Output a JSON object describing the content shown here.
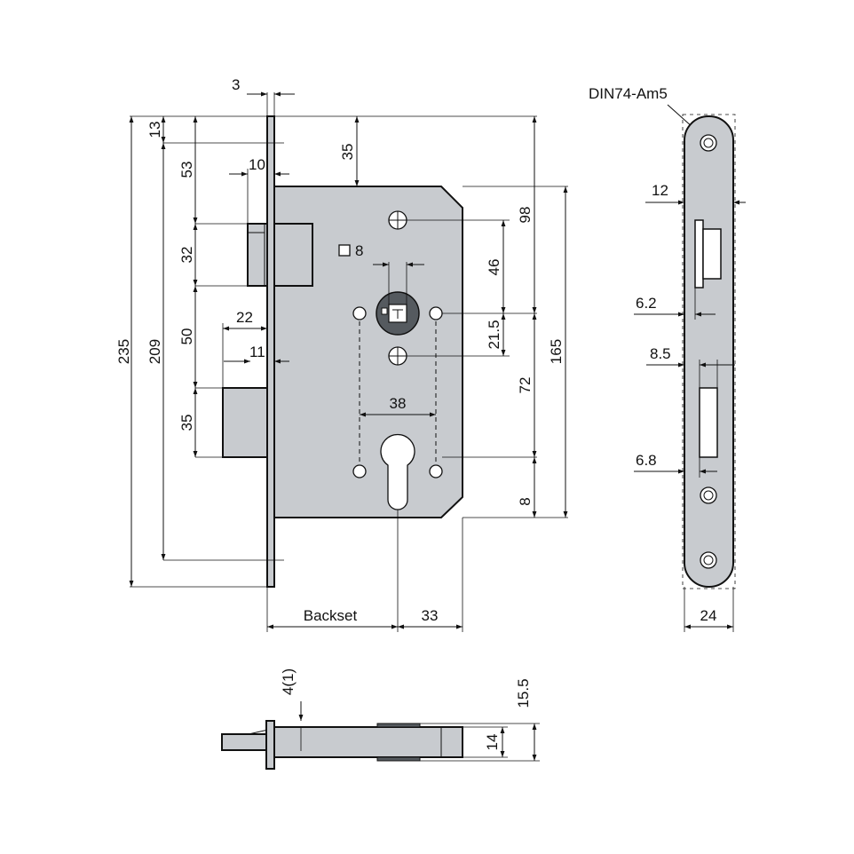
{
  "front": {
    "dims": {
      "d3": "3",
      "d13": "13",
      "d53": "53",
      "d10": "10",
      "d35a": "35",
      "d32": "32",
      "d50": "50",
      "d22": "22",
      "d11": "11",
      "d35b": "35",
      "d235": "235",
      "d209": "209",
      "d98": "98",
      "d46": "46",
      "d21_5": "21.5",
      "d72": "72",
      "d165": "165",
      "d8": "8",
      "d38": "38",
      "sq8": "8",
      "backset": "Backset",
      "d33": "33"
    }
  },
  "side": {
    "title": "DIN74-Am5",
    "dims": {
      "d12": "12",
      "d6_2": "6.2",
      "d8_5": "8.5",
      "d6_8": "6.8",
      "d24": "24"
    }
  },
  "bottom": {
    "dims": {
      "d4_1": "4(1)",
      "d15_5": "15.5",
      "d14": "14"
    }
  },
  "colors": {
    "plate": "#c8cbcf",
    "line": "#111111",
    "background": "#ffffff"
  }
}
